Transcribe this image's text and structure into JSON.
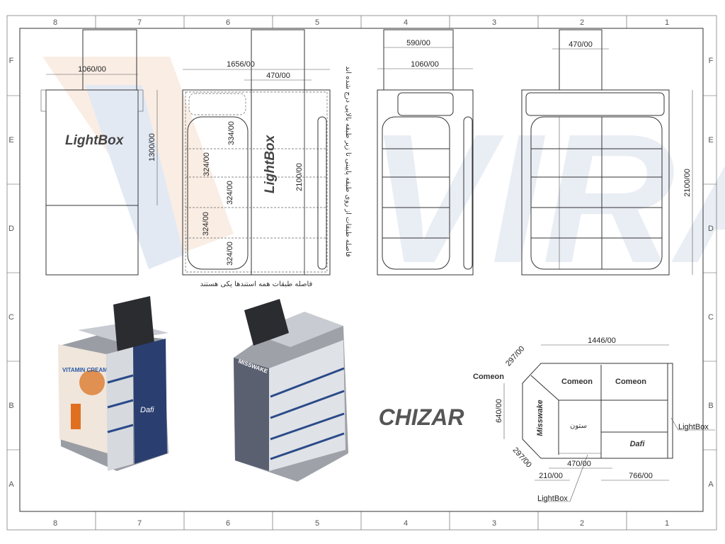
{
  "sheet": {
    "columns": [
      "8",
      "7",
      "6",
      "5",
      "4",
      "3",
      "2",
      "1"
    ],
    "rows": [
      "F",
      "E",
      "D",
      "C",
      "B",
      "A"
    ],
    "watermark": "VIRA",
    "product_name": "CHIZAR"
  },
  "view_front": {
    "lightbox_label": "LightBox",
    "width_dim": "1060/00",
    "lightbox_height_dim": "1300/00"
  },
  "view_section": {
    "lightbox_label": "LightBox",
    "total_width_dim": "1656/00",
    "tower_width_dim": "470/00",
    "height_dim": "2100/00",
    "shelf_dims": [
      "334/00",
      "324/00",
      "324/00",
      "324/00",
      "324/00"
    ],
    "note_vertical": "فاصله طبقات از روی طبقه پایینی تا زیر طبقه بالایی درج شده اند",
    "note_bottom": "فاصله طبقات همه استندها یکی هستند"
  },
  "view_side": {
    "tower_width_dim": "590/00",
    "width_dim": "1060/00"
  },
  "view_back": {
    "tower_width_dim": "470/00",
    "height_dim": "2100/00"
  },
  "render_labels": {
    "brand_left": "Dafi",
    "brand_middle": "MISSWAKE",
    "poster_text": "VITAMIN CREAM"
  },
  "plan": {
    "width_dim": "1446/00",
    "chamfer_top_dim": "297/00",
    "depth_dim": "640/00",
    "chamfer_bottom_dim": "297/00",
    "offset_dim": "210/00",
    "tower_dim": "470/00",
    "right_dim": "766/00",
    "labels": {
      "comeon_outer": "Comeon",
      "comeon_1": "Comeon",
      "comeon_2": "Comeon",
      "misswake": "Misswake",
      "column": "ستون",
      "dafi": "Dafi",
      "lightbox_right": "LightBox",
      "lightbox_bottom": "LightBox"
    }
  }
}
